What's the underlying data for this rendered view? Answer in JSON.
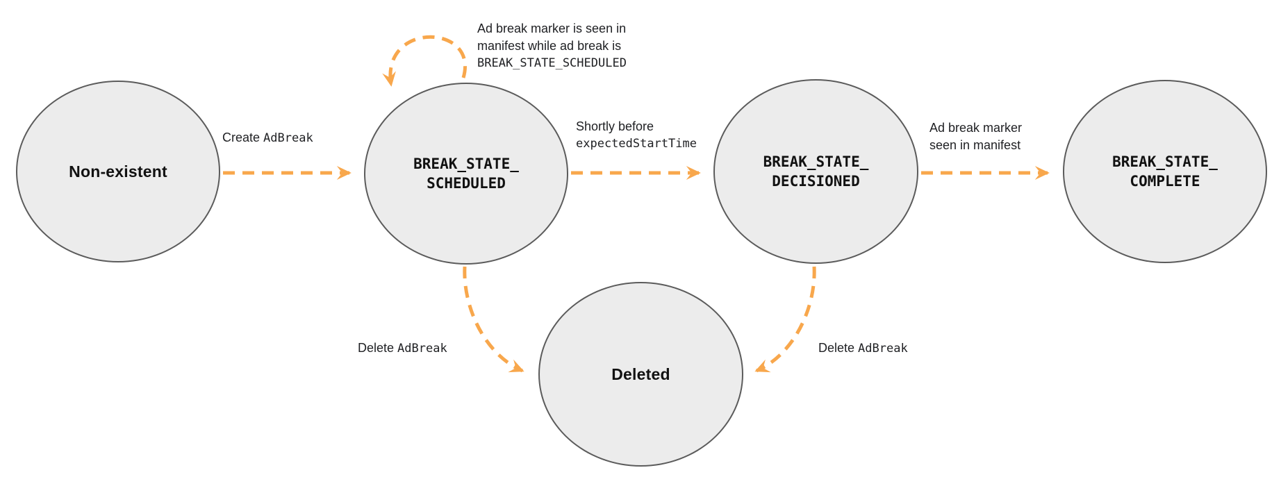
{
  "colors": {
    "accent": "#F8A74C",
    "node_fill": "#ECECEC",
    "node_stroke": "#5B5B5B",
    "text": "#202124"
  },
  "states": {
    "non_existent": {
      "label": "Non-existent"
    },
    "scheduled": {
      "line1": "BREAK_STATE_",
      "line2": "SCHEDULED"
    },
    "decisioned": {
      "line1": "BREAK_STATE_",
      "line2": "DECISIONED"
    },
    "complete": {
      "line1": "BREAK_STATE_",
      "line2": "COMPLETE"
    },
    "deleted": {
      "label": "Deleted"
    }
  },
  "transitions": {
    "create": {
      "text": "Create ",
      "code": "AdBreak"
    },
    "self_loop": {
      "line1": "Ad break marker is seen in",
      "line2": "manifest while ad break is",
      "code": "BREAK_STATE_SCHEDULED"
    },
    "decision": {
      "line1": "Shortly before",
      "code": "expectedStartTime"
    },
    "seen": {
      "line1": "Ad break marker",
      "line2": "seen in manifest"
    },
    "delete_left": {
      "text": "Delete ",
      "code": "AdBreak"
    },
    "delete_right": {
      "text": "Delete ",
      "code": "AdBreak"
    }
  }
}
